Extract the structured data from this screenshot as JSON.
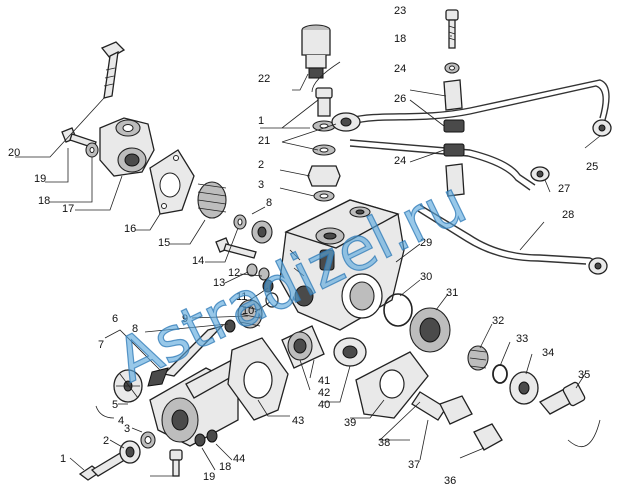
{
  "watermark": "Astradizel.ru",
  "callouts": [
    "1",
    "2",
    "3",
    "4",
    "5",
    "6",
    "7",
    "8",
    "9",
    "10",
    "11",
    "12",
    "13",
    "14",
    "15",
    "16",
    "17",
    "18",
    "19",
    "20",
    "21",
    "22",
    "23",
    "24",
    "25",
    "26",
    "27",
    "28",
    "29",
    "30",
    "31",
    "32",
    "33",
    "34",
    "35",
    "36",
    "37",
    "38",
    "39",
    "40",
    "41",
    "42",
    "43",
    "44"
  ],
  "colors": {
    "ink": "#222222",
    "watermark": "#58a6dc"
  }
}
